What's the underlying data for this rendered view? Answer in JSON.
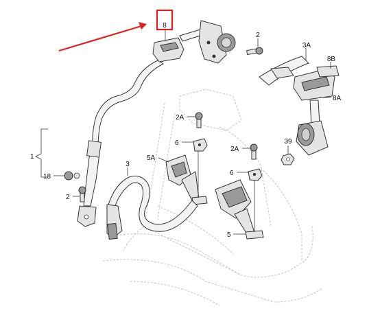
{
  "highlight_color": "#e02020",
  "callouts": {
    "c8": "8",
    "c2_top": "2",
    "c3a": "3A",
    "c8b": "8B",
    "c8a": "8A",
    "c2a_left": "2A",
    "c6_left": "6",
    "c5a": "5A",
    "c3": "3",
    "c1": "1",
    "c18": "18",
    "c2_bottom": "2",
    "c2a_right": "2A",
    "c6_right": "6",
    "c39": "39",
    "c5": "5"
  },
  "parts": {
    "part_8": "guide-loop",
    "part_2": "bolt",
    "part_3a": "rear-belt",
    "part_8b": "cover-cap",
    "part_8a": "retractor",
    "part_2a": "bolt",
    "part_6": "bracket",
    "part_5a": "buckle",
    "part_3": "lap-belt",
    "part_1": "front-belt",
    "part_18": "washer",
    "part_39": "nut",
    "part_5": "buckle"
  }
}
